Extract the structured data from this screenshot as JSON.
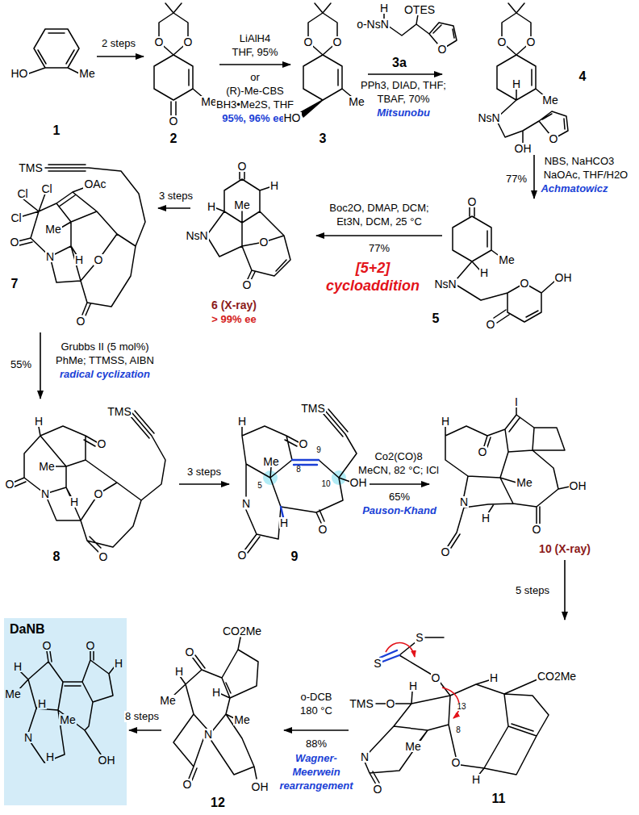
{
  "diagram": {
    "nodes": [
      {
        "text": [
          "DaNB"
        ]
      }
    ],
    "labels": [
      "HO",
      "Me",
      "1",
      "2 steps",
      "O",
      "O",
      "O",
      "Me",
      "2",
      "LiAlH4",
      "THF, 95%",
      "or",
      "(R)-Me-CBS",
      "BH3•Me2S, THF",
      "95%, 96% ee",
      "O",
      "O",
      "HO",
      "Me",
      "3",
      "H",
      "o-NsN",
      "OTES",
      "O",
      "3a",
      "PPh3, DIAD, THF;",
      "TBAF, 70%",
      "Mitsunobu",
      "O",
      "O",
      "H",
      "NsN",
      "Me",
      "OH",
      "O",
      "4",
      "NBS, NaHCO3",
      "NaOAc, THF/H2O",
      "Achmatowicz",
      "77%",
      "O",
      "Me",
      "H",
      "NsN",
      "O",
      "OH",
      "O",
      "5",
      "Boc2O, DMAP, DCM;",
      "Et3N, DCM, 25 °C",
      "77%",
      "[5+2]",
      "cycloaddition",
      "O",
      "H",
      "Me",
      "H",
      "NsN",
      "O",
      "O",
      "6 (X-ray)",
      "> 99% ee",
      "3 steps",
      "TMS",
      "Cl",
      "Cl",
      "Cl",
      "OAc",
      "Me",
      "O",
      "N",
      "H",
      "O",
      "O",
      "7",
      "Grubbs II (5 mol%)",
      "PhMe; TTMSS, AIBN",
      "radical cyclization",
      "55%",
      "TMS",
      "H",
      "O",
      "Me",
      "O",
      "N",
      "H",
      "O",
      "O",
      "8",
      "3 steps",
      "TMS",
      "H",
      "O",
      "8",
      "9",
      "10",
      "Me",
      "5",
      "OH",
      "N",
      "H",
      "O",
      "O",
      "9",
      "Co2(CO)8",
      "MeCN, 82 °C; ICl",
      "65%",
      "Pauson-Khand",
      "I",
      "H",
      "O",
      "OH",
      "Me",
      "N",
      "H",
      "O",
      "O",
      "10 (X-ray)",
      "5 steps",
      "S",
      "S",
      "O",
      "13",
      "TMS",
      "O",
      "H",
      "CO2Me",
      "8",
      "H",
      "Me",
      "N",
      "O",
      "O",
      "H",
      "11",
      "o-DCB",
      "180 °C",
      "88%",
      "Wagner-",
      "Meerwein",
      "rearrangement",
      "CO2Me",
      "O",
      "H",
      "Me",
      "H",
      "Me",
      "N",
      "O",
      "OH",
      "12",
      "8 steps",
      "O",
      "O",
      "H",
      "H",
      "Me",
      "H",
      "Me",
      "N",
      "H",
      "OH"
    ]
  }
}
